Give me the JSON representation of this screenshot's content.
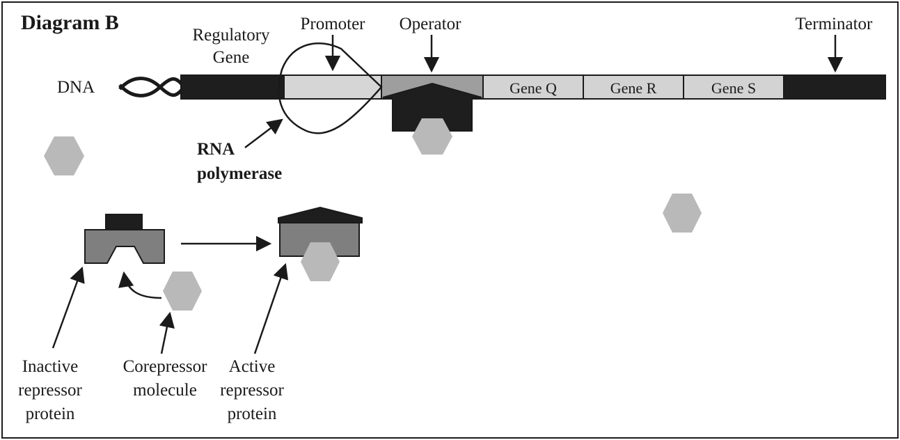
{
  "title": "Diagram B",
  "labels": {
    "regulatory_gene_line1": "Regulatory",
    "regulatory_gene_line2": "Gene",
    "promoter": "Promoter",
    "operator": "Operator",
    "terminator": "Terminator",
    "dna": "DNA",
    "rna_polymerase_line1": "RNA",
    "rna_polymerase_line2": "polymerase",
    "inactive_repressor": [
      "Inactive",
      "repressor",
      "protein"
    ],
    "corepressor": [
      "Corepressor",
      "molecule"
    ],
    "active_repressor": [
      "Active",
      "repressor",
      "protein"
    ]
  },
  "genes": [
    "Gene Q",
    "Gene R",
    "Gene S"
  ],
  "colors": {
    "dna_dark": "#1e1e1e",
    "promoter": "#d6d6d6",
    "operator": "#9e9e9e",
    "gene": "#d3d3d3",
    "repressor_body": "#7f7f7f",
    "corepressor": "#b9b9b9",
    "outline": "#1a1a1a"
  }
}
